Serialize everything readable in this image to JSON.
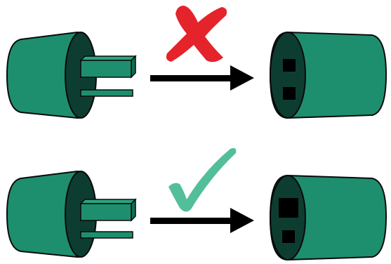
{
  "colors": {
    "body": "#1d8f6f",
    "body_dark": "#0f5a45",
    "face": "#0d3d31",
    "outline": "#0a0a0a",
    "arrow": "#000000",
    "wrong_mark": "#e5232b",
    "right_mark": "#53be9a",
    "background": "#ffffff"
  },
  "rows": [
    {
      "name": "incorrect-connection",
      "mark_icon": "red-x-icon",
      "mark_meaning": "wrong",
      "plug_prongs": [
        "thick-prong",
        "thin-prong"
      ],
      "socket_holes": [
        "small-square-slot",
        "small-square-slot"
      ]
    },
    {
      "name": "correct-connection",
      "mark_icon": "green-check-icon",
      "mark_meaning": "correct",
      "plug_prongs": [
        "thick-prong",
        "thin-prong"
      ],
      "socket_holes": [
        "large-square-slot",
        "small-square-slot"
      ]
    }
  ]
}
